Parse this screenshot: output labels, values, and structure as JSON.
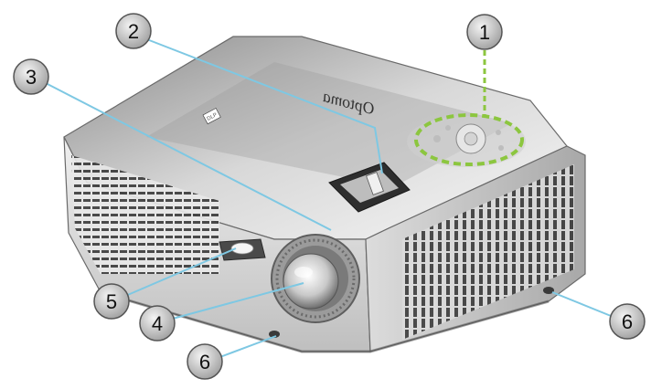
{
  "colors": {
    "leader_line": "#7ec8e3",
    "keypad_highlight": "#8cc63f",
    "callout_fill": "#bdbdbd",
    "callout_stroke": "#555555",
    "body_light": "#f2f2f2",
    "body_dark": "#5a5a5a"
  },
  "product": {
    "brand_logo": "Optoma",
    "dlp_badge": "DLP"
  },
  "callouts": [
    {
      "id": "1",
      "label": "1",
      "target": "control-panel"
    },
    {
      "id": "2",
      "label": "2",
      "target": "zoom-lever"
    },
    {
      "id": "3",
      "label": "3",
      "target": "focus-ring"
    },
    {
      "id": "4",
      "label": "4",
      "target": "lens"
    },
    {
      "id": "5",
      "label": "5",
      "target": "ir-receiver"
    },
    {
      "id": "6a",
      "label": "6",
      "target": "tilt-foot-front"
    },
    {
      "id": "6b",
      "label": "6",
      "target": "tilt-foot-right"
    }
  ]
}
